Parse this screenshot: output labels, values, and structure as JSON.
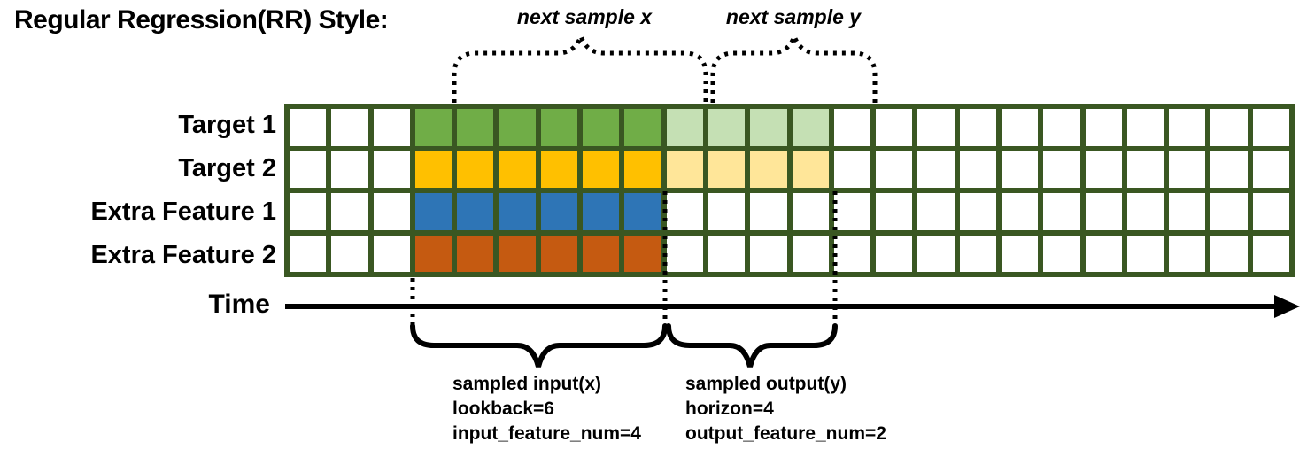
{
  "title": "Regular Regression(RR) Style:",
  "rows": [
    {
      "label": "Target 1",
      "input_color": "#70AD47",
      "output_color": "#C5E0B4"
    },
    {
      "label": "Target 2",
      "input_color": "#FFC000",
      "output_color": "#FFE699"
    },
    {
      "label": "Extra Feature 1",
      "input_color": "#2E75B6",
      "output_color": null
    },
    {
      "label": "Extra Feature 2",
      "input_color": "#C55A11",
      "output_color": null
    }
  ],
  "grid": {
    "total_columns": 24,
    "empty_lead_columns": 3,
    "lookback": 6,
    "horizon": 4,
    "cell_color": "#FFFFFF",
    "line_color": "#3A5722"
  },
  "annotations": {
    "next_sample_x": "next sample x",
    "next_sample_y": "next sample y",
    "time_label": "Time",
    "input_note_lines": [
      "sampled input(x)",
      "lookback=6",
      "input_feature_num=4"
    ],
    "output_note_lines": [
      "sampled output(y)",
      "horizon=4",
      "output_feature_num=2"
    ]
  }
}
